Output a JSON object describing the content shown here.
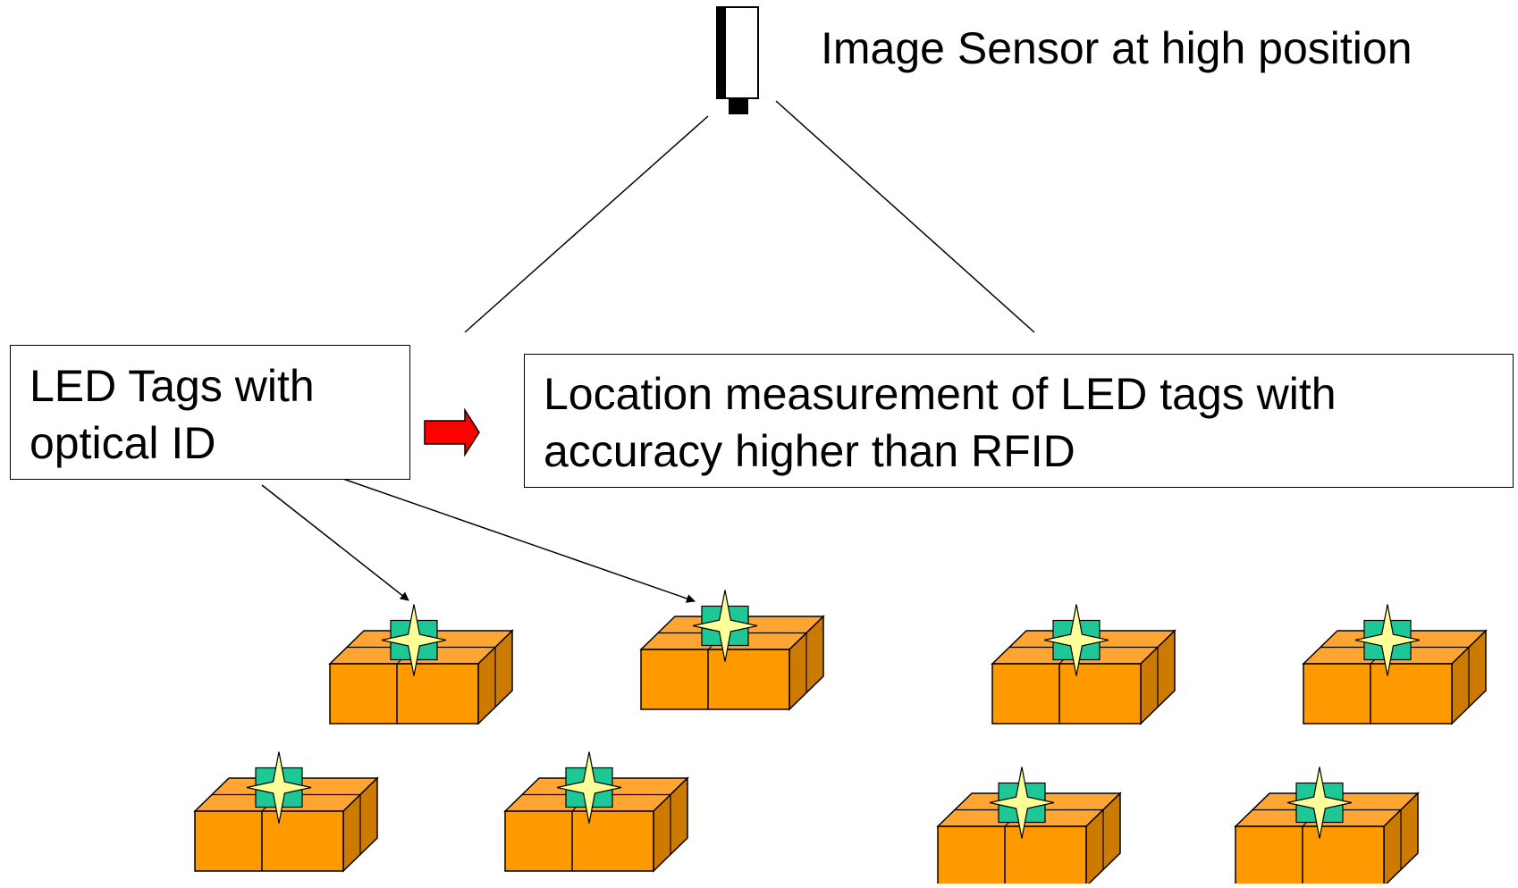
{
  "sensor": {
    "label": "Image Sensor at high position",
    "body_color": "#ffffff",
    "edge_color": "#000000"
  },
  "led_box": {
    "line1": "LED Tags with",
    "line2": "optical ID"
  },
  "location_box": {
    "line1": "Location measurement of LED tags with",
    "line2": "accuracy higher than RFID"
  },
  "colors": {
    "box_front": "#ff9900",
    "box_top": "#ffa533",
    "box_side": "#cc7a00",
    "tag_green": "#1ec896",
    "star_yellow": "#ffff99",
    "arrow_red": "#ff0000",
    "outline": "#000000"
  },
  "box_count": 8,
  "tagged_box_count": 8
}
